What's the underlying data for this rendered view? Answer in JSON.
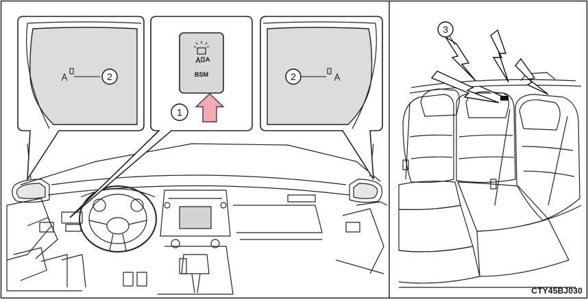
{
  "callouts": {
    "num_1": "1",
    "num_2_left": "2",
    "num_2_right": "2",
    "num_3": "3"
  },
  "switch": {
    "label": "BSM"
  },
  "figure_code": "CTY45BJ030",
  "colors": {
    "arrow": "#f4a9b6",
    "mirror_fill": "#dcdcdc",
    "line": "#222222",
    "background": "#ffffff"
  },
  "icons": [
    "bsm-indicator-icon",
    "blind-spot-icon",
    "warning-buzzer-icon",
    "steering-wheel-icon",
    "seat-icon"
  ]
}
